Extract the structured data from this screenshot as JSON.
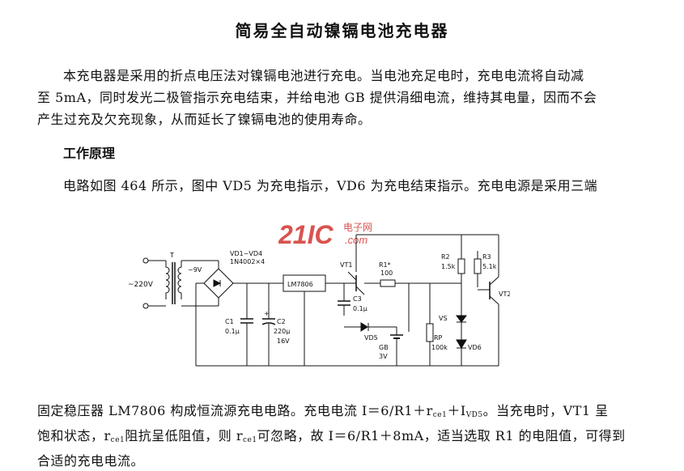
{
  "title": "简易全自动镍镉电池充电器",
  "paragraph1": [
    "本充电器是采用的折点电压法对镍镉电池进行充电。当电池充足电时，充电电流将自动减",
    "至 5mA，同时发光二极管指示充电结束，并给电池 GB 提供涓细电流，维持其电量，因而不会",
    "产生过充及欠充现象，从而延长了镍镉电池的使用寿命。"
  ],
  "heading": "工作原理",
  "paragraph2": "电路如图 464 所示，图中 VD5 为充电指示，VD6 为充电结束指示。充电电源是采用三端",
  "paragraph3": {
    "line1_a": "固定稳压器 LM7806 构成恒流源充电电路。充电电流 I＝6/R1＋r",
    "line1_sub1": "ce1",
    "line1_b": "＋I",
    "line1_sub2": "VD5",
    "line1_c": "。当充电时，VT1 呈",
    "line2_a": "饱和状态，r",
    "line2_sub1": "ce1",
    "line2_b": "阻抗呈低阻值，则 r",
    "line2_sub2": "ce1",
    "line2_c": "可忽略，故 I＝6/R1＋8mA，适当选取 R1 的电阻值，可得到",
    "line3": "合适的充电电流。"
  },
  "logo": {
    "main": "21IC",
    "cn": "电子网",
    "url": ".com"
  },
  "circuit": {
    "input": "~220V",
    "transformer": "T",
    "secondary": "~9V",
    "bridge": "VD1~VD4",
    "bridge_part": "1N4002×4",
    "regulator": "LM7806",
    "c1_name": "C1",
    "c1_val": "0.1μ",
    "c2_name": "C2",
    "c2_val": "220μ",
    "c2_volt": "16V",
    "vt1": "VT1",
    "r1_name": "R1*",
    "r1_val": "100",
    "c3_name": "C3",
    "c3_val": "0.1μ",
    "vd5": "VD5",
    "gb_name": "GB",
    "gb_val": "3V",
    "rp_name": "RP",
    "rp_val": "100k",
    "r2_name": "R2",
    "r2_val": "1.5k",
    "r3_name": "R3",
    "r3_val": "5.1k",
    "vt2": "VT2",
    "vs": "VS",
    "vd6": "VD6"
  }
}
